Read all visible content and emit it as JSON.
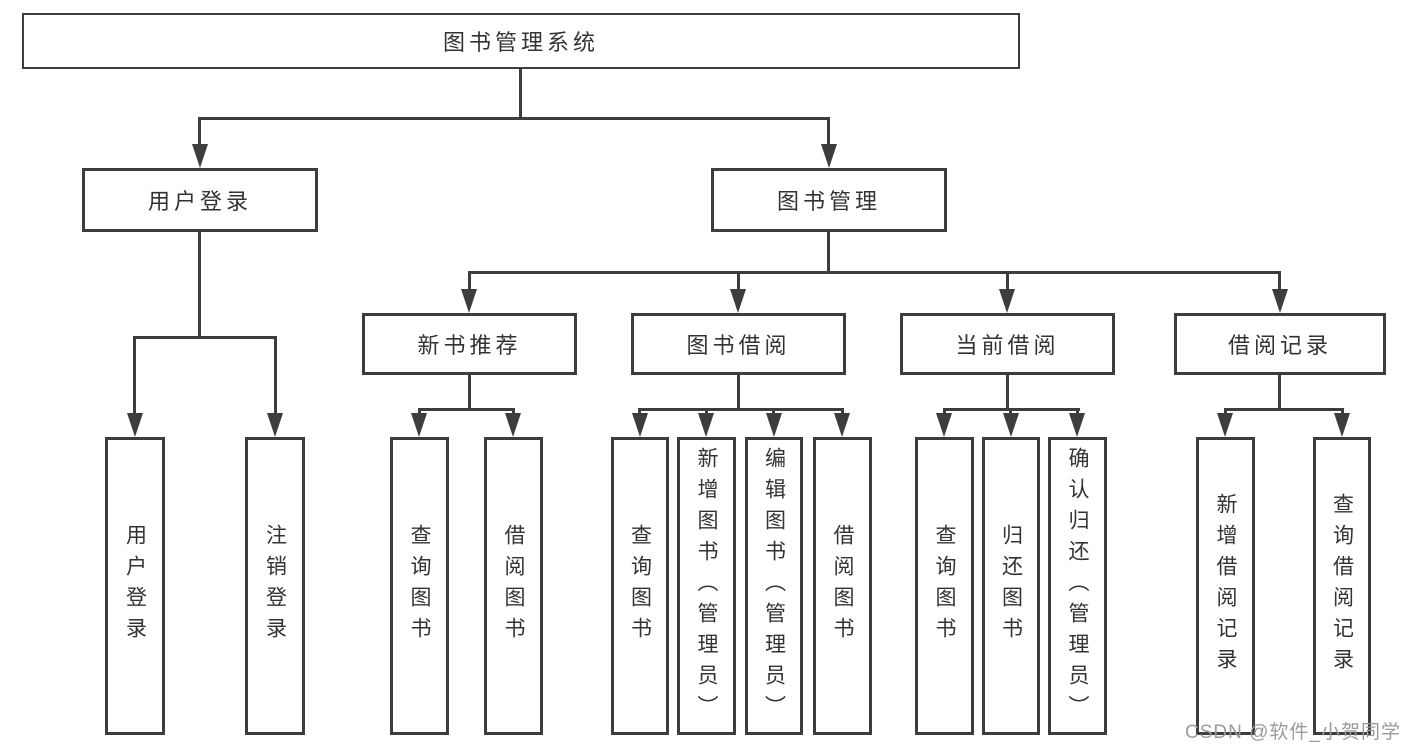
{
  "colors": {
    "line": "#3d3d3d",
    "box_border": "#3d3d3d",
    "text": "#333333",
    "background": "#ffffff",
    "watermark": "#9b9b9b"
  },
  "watermark": "CSDN @软件_小贺同学",
  "tree": {
    "label": "图书管理系统",
    "children": [
      {
        "label": "用户登录",
        "children": [
          {
            "label": "用户登录"
          },
          {
            "label": "注销登录"
          }
        ]
      },
      {
        "label": "图书管理",
        "children": [
          {
            "label": "新书推荐",
            "children": [
              {
                "label": "查询图书"
              },
              {
                "label": "借阅图书"
              }
            ]
          },
          {
            "label": "图书借阅",
            "children": [
              {
                "label": "查询图书"
              },
              {
                "label": "新增图书（管理员）"
              },
              {
                "label": "编辑图书（管理员）"
              },
              {
                "label": "借阅图书"
              }
            ]
          },
          {
            "label": "当前借阅",
            "children": [
              {
                "label": "查询图书"
              },
              {
                "label": "归还图书"
              },
              {
                "label": "确认归还（管理员）"
              }
            ]
          },
          {
            "label": "借阅记录",
            "children": [
              {
                "label": "新增借阅记录"
              },
              {
                "label": "查询借阅记录"
              }
            ]
          }
        ]
      }
    ]
  }
}
